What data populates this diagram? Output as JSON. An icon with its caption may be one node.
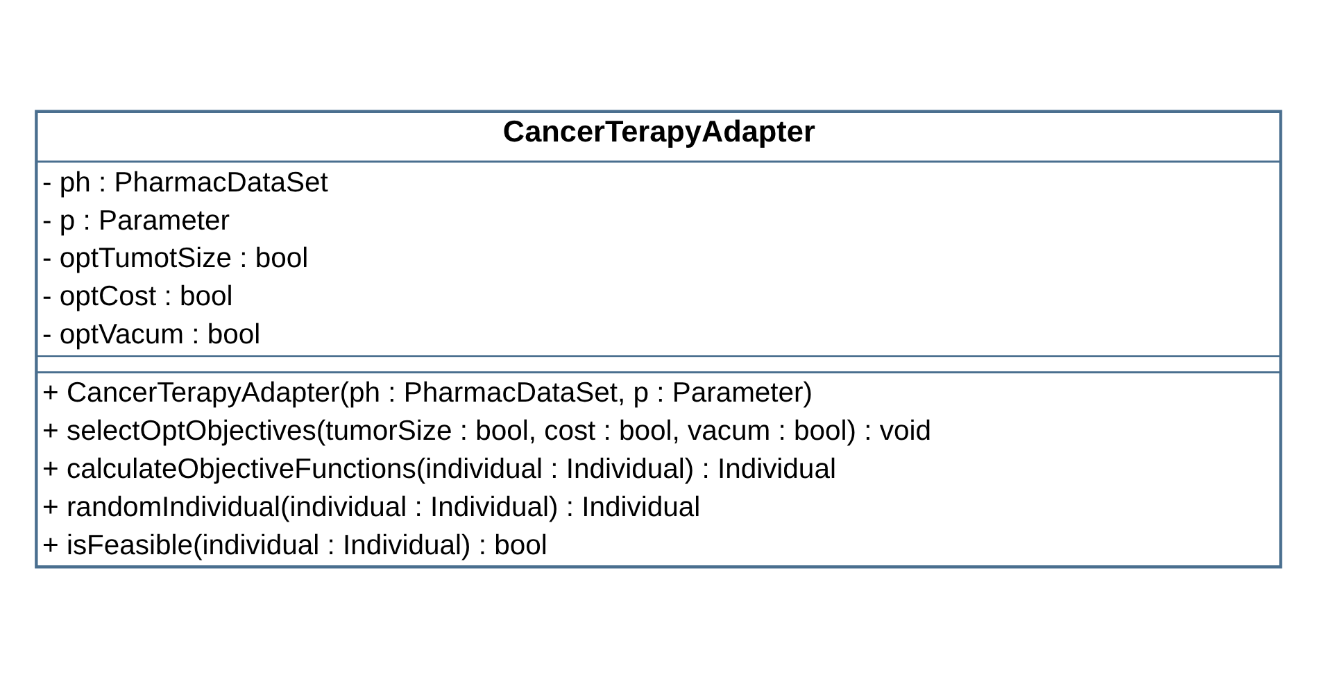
{
  "diagram": {
    "nodes": [
      {
        "text": [
          "CancerTerapyAdapter"
        ]
      },
      {
        "text": [
          "- ph : PharmacDataSet",
          "- p : Parameter",
          "- optTumotSize : bool",
          "- optCost : bool",
          "- optVacum : bool"
        ],
        "in": 0
      },
      {
        "text": [
          "+ CancerTerapyAdapter(ph : PharmacDataSet, p : Parameter)",
          "+ selectOptObjectives(tumorSize : bool, cost : bool, vacum : bool) : void",
          "+ calculateObjectiveFunctions(individual : Individual) : Individual",
          "+ randomIndividual(individual : Individual) : Individual",
          "+ isFeasible(individual : Individual) : bool"
        ],
        "in": 0
      }
    ],
    "edges": []
  }
}
